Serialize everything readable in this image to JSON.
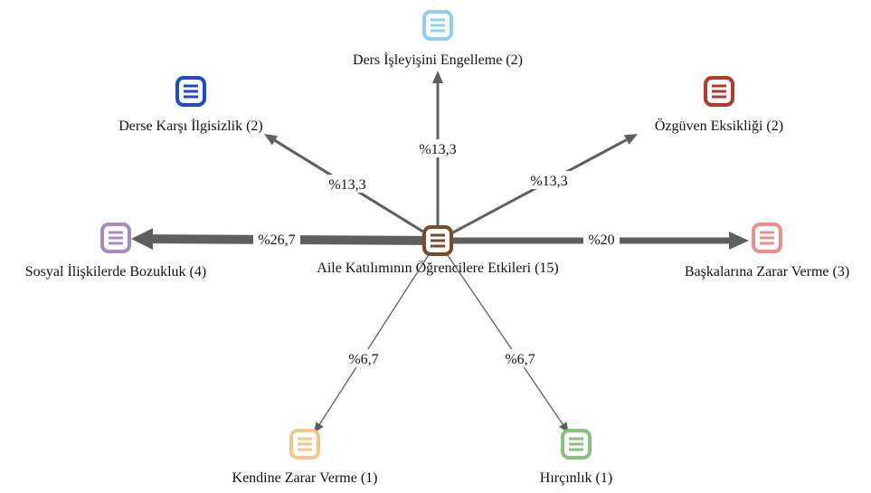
{
  "center": {
    "label": "Aile Katılımının Öğrencilere Etkileri (15)",
    "color": "#7a4a2a"
  },
  "nodes": [
    {
      "key": "ders-isleyisini-engelleme",
      "label": "Ders İşleyişini Engelleme (2)",
      "color": "#8fd0ee",
      "edge_label": "%13,3",
      "weight": 2
    },
    {
      "key": "derse-karsi-ilgisizlik",
      "label": "Derse Karşı İlgisizlik (2)",
      "color": "#1f49c6",
      "edge_label": "%13,3",
      "weight": 2
    },
    {
      "key": "ozguven-eksikligi",
      "label": "Özgüven Eksikliği (2)",
      "color": "#b53a2a",
      "edge_label": "%13,3",
      "weight": 2
    },
    {
      "key": "sosyal-iliskilerde-bozukluk",
      "label": "Sosyal İlişkilerde Bozukluk (4)",
      "color": "#a68ac4",
      "edge_label": "%26,7",
      "weight": 4
    },
    {
      "key": "baskalarina-zarar-verme",
      "label": "Başkalarına Zarar Verme (3)",
      "color": "#ec8f8c",
      "edge_label": "%20",
      "weight": 3
    },
    {
      "key": "kendine-zarar-verme",
      "label": "Kendine Zarar Verme (1)",
      "color": "#f4c58d",
      "edge_label": "%6,7",
      "weight": 1
    },
    {
      "key": "hircinlik",
      "label": "Hırçınlık (1)",
      "color": "#86c27c",
      "edge_label": "%6,7",
      "weight": 1
    }
  ],
  "edge_color": "#5f5f5f"
}
